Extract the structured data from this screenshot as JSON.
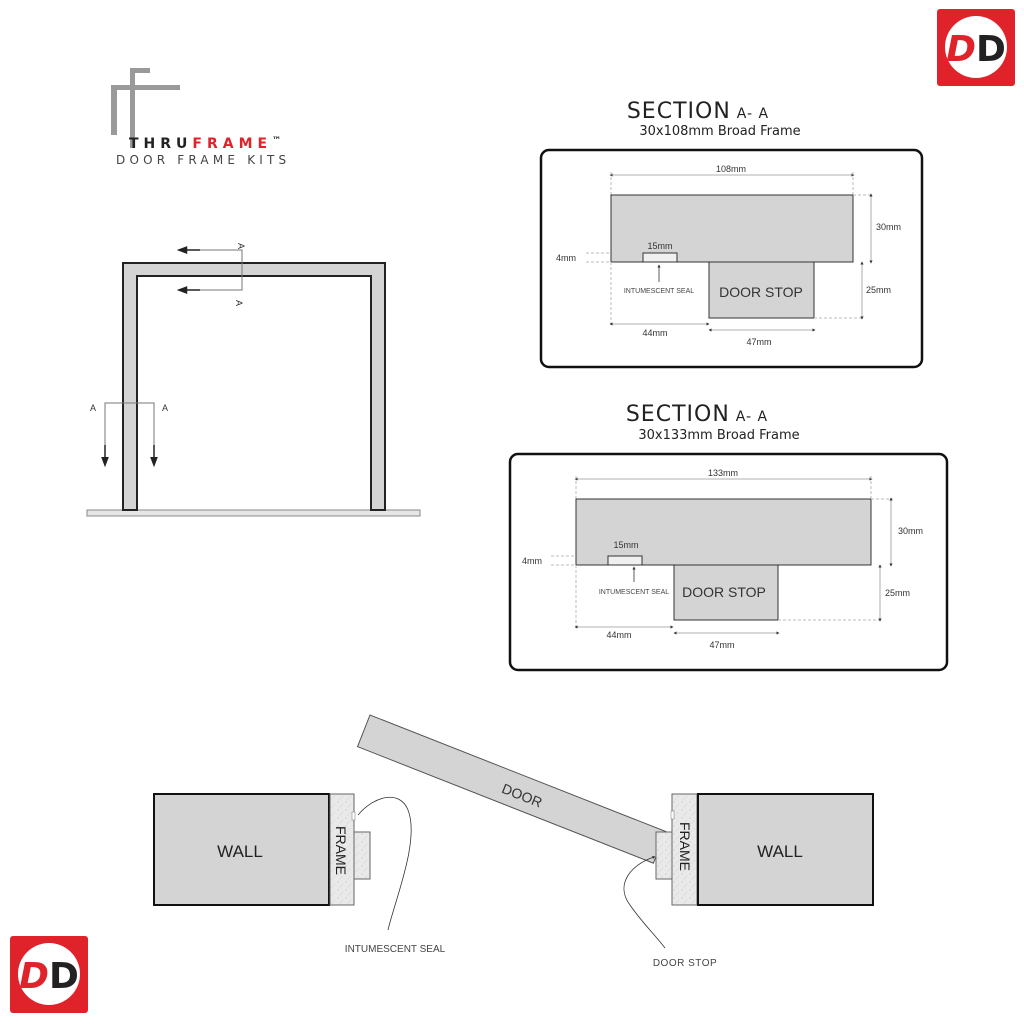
{
  "logo": {
    "brand_part1": "THRU",
    "brand_part2": "FRAME",
    "trademark": "™",
    "tagline": "DOOR FRAME KITS",
    "colors": {
      "gray": "#8a8a8a",
      "dark": "#222222",
      "red": "#e0232a"
    }
  },
  "badges": {
    "top_right": {
      "text_left": "D",
      "text_right": "D",
      "bg": "#e0232a"
    },
    "bottom_left": {
      "text_left": "D",
      "text_right": "D",
      "bg": "#e0232a"
    }
  },
  "elevation": {
    "section_marker": "A",
    "labels": [
      "A",
      "A",
      "A",
      "A"
    ]
  },
  "sections": [
    {
      "title": "SECTION",
      "title_suffix": "A- A",
      "subtitle": "30x108mm Broad Frame",
      "dims": {
        "width": "108mm",
        "height": "30mm",
        "seal_width": "15mm",
        "seal_depth": "4mm",
        "offset": "44mm",
        "stop_width": "47mm",
        "stop_height": "25mm"
      },
      "stop_label": "DOOR STOP",
      "seal_label": "INTUMESCENT SEAL"
    },
    {
      "title": "SECTION",
      "title_suffix": "A- A",
      "subtitle": "30x133mm Broad Frame",
      "dims": {
        "width": "133mm",
        "height": "30mm",
        "seal_width": "15mm",
        "seal_depth": "4mm",
        "offset": "44mm",
        "stop_width": "47mm",
        "stop_height": "25mm"
      },
      "stop_label": "DOOR STOP",
      "seal_label": "INTUMESCENT SEAL"
    }
  ],
  "plan": {
    "wall_left": "WALL",
    "wall_right": "WALL",
    "frame_left": "FRAME",
    "frame_right": "FRAME",
    "door": "DOOR",
    "callout_seal": "INTUMESCENT SEAL",
    "callout_stop": "DOOR STOP"
  }
}
